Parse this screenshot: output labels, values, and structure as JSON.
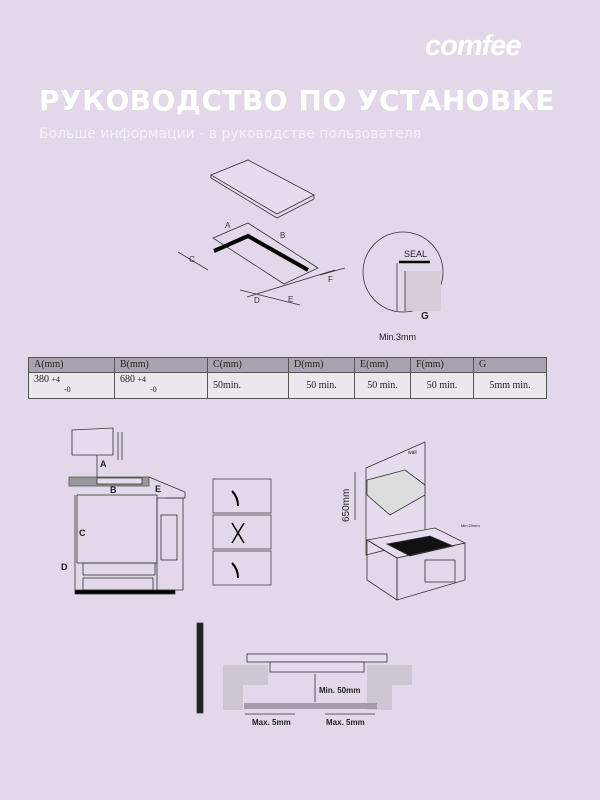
{
  "brand": "comfee",
  "title": "РУКОВОДСТВО ПО УСТАНОВКЕ",
  "subtitle": "Больше информации - в руководстве пользователя",
  "diagram1": {
    "labels": [
      "A",
      "B",
      "C",
      "D",
      "E",
      "F"
    ],
    "seal": "SEAL",
    "g": "G",
    "min": "Min.3mm"
  },
  "table": {
    "headers": [
      "A(mm)",
      "B(mm)",
      "C(mm)",
      "D(mm)",
      "E(mm)",
      "F(mm)",
      "G"
    ],
    "row": [
      {
        "value": "380",
        "tol_plus": "+4",
        "tol_minus": "-0"
      },
      {
        "value": "680",
        "tol_plus": "+4",
        "tol_minus": "-0"
      },
      {
        "value": "50min."
      },
      {
        "value": "50 min."
      },
      {
        "value": "50 min."
      },
      {
        "value": "50 min."
      },
      {
        "value": "5mm min."
      }
    ]
  },
  "diagram2": {
    "labels": [
      "A",
      "B",
      "C",
      "D",
      "E"
    ]
  },
  "diagram4": {
    "wall": "wall",
    "height": "650mm",
    "min20": "Min.20mm"
  },
  "diagram5": {
    "min50": "Min. 50mm",
    "max_left": "Max. 5mm",
    "max_right": "Max. 5mm"
  }
}
